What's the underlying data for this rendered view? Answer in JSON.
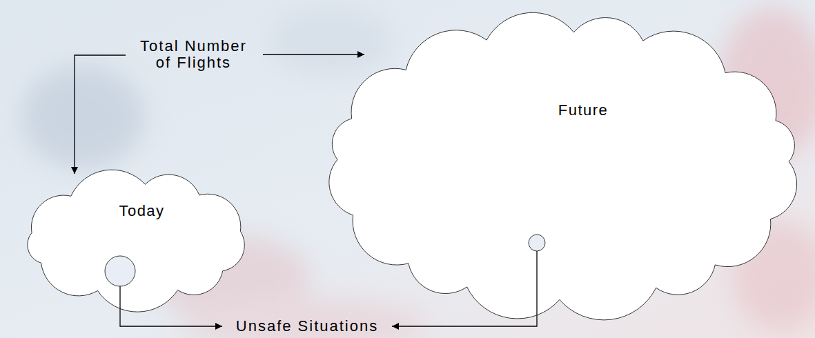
{
  "diagram": {
    "nodes": [
      {
        "text": [
          "Today"
        ]
      },
      {
        "text": [
          "Future"
        ]
      }
    ],
    "labels": [
      "Total Number of Flights",
      "Unsafe Situations"
    ]
  }
}
